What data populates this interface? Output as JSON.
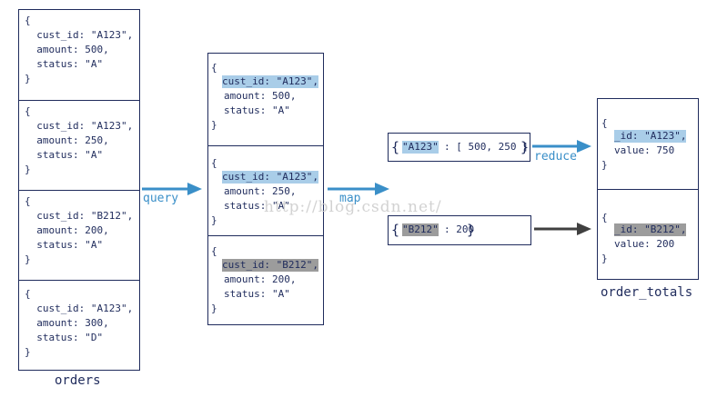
{
  "orders": {
    "caption": "orders",
    "docs": [
      {
        "lines": [
          "{",
          "  cust_id: \"A123\",",
          "  amount: 500,",
          "  status: \"A\"",
          "}"
        ]
      },
      {
        "lines": [
          "{",
          "  cust_id: \"A123\",",
          "  amount: 250,",
          "  status: \"A\"",
          "}"
        ]
      },
      {
        "lines": [
          "{",
          "  cust_id: \"B212\",",
          "  amount: 200,",
          "  status: \"A\"",
          "}"
        ]
      },
      {
        "lines": [
          "{",
          "  cust_id: \"A123\",",
          "  amount: 300,",
          "  status: \"D\"",
          "}"
        ]
      }
    ]
  },
  "query_label": "query",
  "filtered": {
    "docs": [
      {
        "open": "{",
        "key": "cust_id: \"A123\",",
        "amount": "amount: 500,",
        "status": "status: \"A\"",
        "close": "}"
      },
      {
        "open": "{",
        "key": "cust_id: \"A123\",",
        "amount": "amount: 250,",
        "status": "status: \"A\"",
        "close": "}"
      },
      {
        "open": "{",
        "key": "cust_id: \"B212\",",
        "amount": "amount: 200,",
        "status": "status: \"A\"",
        "close": "}"
      }
    ]
  },
  "map_label": "map",
  "mapped": [
    {
      "open": "{",
      "key": "\"A123\"",
      "rest": ": [ 500, 250 ]",
      "close": "}"
    },
    {
      "open": "{",
      "key": "\"B212\"",
      "rest": ": 200",
      "close": "}"
    }
  ],
  "reduce_label": "reduce",
  "totals": {
    "caption": "order_totals",
    "docs": [
      {
        "open": "{",
        "key": "_id: \"A123\",",
        "value": "value: 750",
        "close": "}"
      },
      {
        "open": "{",
        "key": "_id: \"B212\",",
        "value": "value: 200",
        "close": "}"
      }
    ]
  },
  "watermark": "http://blog.csdn.net/",
  "colors": {
    "accent": "#3a8fc8",
    "border": "#1f2b5c",
    "highlight_blue": "#a9cde8",
    "highlight_gray": "#9c9c9c",
    "dark_arrow": "#404040"
  }
}
